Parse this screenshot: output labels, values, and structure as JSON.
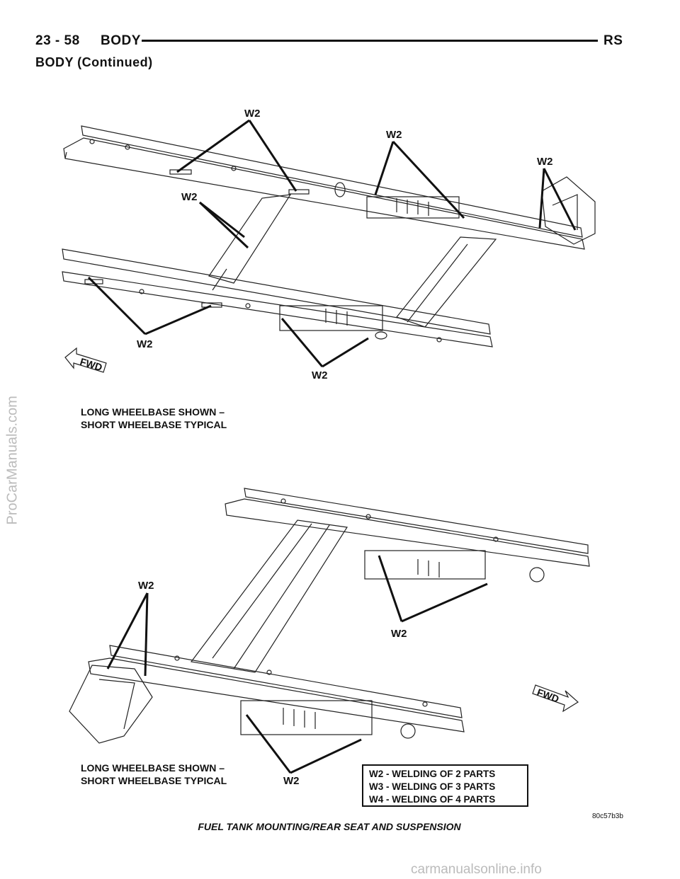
{
  "header": {
    "page_number": "23 - 58",
    "section": "BODY",
    "model_code": "RS",
    "continued": "BODY (Continued)"
  },
  "figure": {
    "weld_label": "W2",
    "fwd_label": "FWD",
    "top_note_line1": "LONG WHEELBASE SHOWN –",
    "top_note_line2": "SHORT WHEELBASE TYPICAL",
    "bottom_note_line1": "LONG WHEELBASE SHOWN –",
    "bottom_note_line2": "SHORT WHEELBASE TYPICAL",
    "legend": [
      "W2 - WELDING OF 2 PARTS",
      "W3 - WELDING OF 3 PARTS",
      "W4 - WELDING OF 4 PARTS"
    ],
    "figure_code": "80c57b3b",
    "caption": "FUEL TANK MOUNTING/REAR SEAT AND SUSPENSION"
  },
  "watermarks": {
    "side": "ProCarManuals.com",
    "bottom": "carmanualsonline.info"
  }
}
